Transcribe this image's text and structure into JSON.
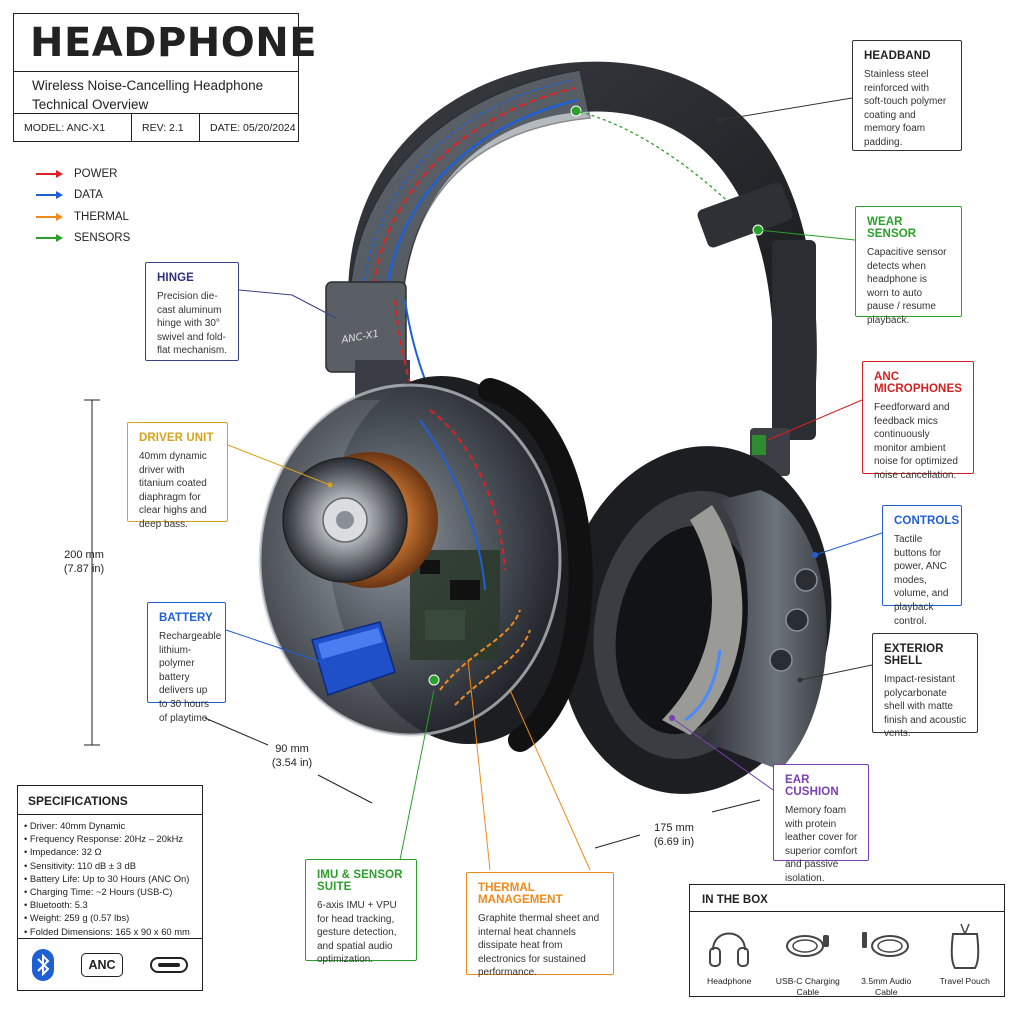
{
  "header": {
    "title": "HEADPHONE",
    "subtitle_1": "Wireless Noise-Cancelling Headphone",
    "subtitle_2": "Technical Overview",
    "model": "MODEL:  ANC-X1",
    "rev": "REV:  2.1",
    "date": "DATE:  05/20/2024"
  },
  "legend": [
    {
      "label": "POWER",
      "color": "#e02020"
    },
    {
      "label": "DATA",
      "color": "#1f5fd6"
    },
    {
      "label": "THERMAL",
      "color": "#f08a1c"
    },
    {
      "label": "SENSORS",
      "color": "#2aa02a"
    }
  ],
  "callouts": {
    "headband": {
      "title": "HEADBAND",
      "text": "Stainless steel reinforced with soft-touch polymer coating and memory foam padding.",
      "color": "#333333"
    },
    "wear_sensor": {
      "title": "WEAR SENSOR",
      "text": "Capacitive sensor detects when headphone is worn to auto pause / resume playback.",
      "color": "#2aa02a"
    },
    "anc_mics": {
      "title": "ANC MICROPHONES",
      "text": "Feedforward and feedback mics continuously monitor ambient noise for optimized noise cancellation.",
      "color": "#d42020"
    },
    "controls": {
      "title": "CONTROLS",
      "text": "Tactile buttons for power, ANC modes, volume, and playback control.",
      "color": "#1f5fd6"
    },
    "exterior_shell": {
      "title": "EXTERIOR SHELL",
      "text": "Impact-resistant polycarbonate shell with matte finish and acoustic vents.",
      "color": "#333333"
    },
    "ear_cushion": {
      "title": "EAR CUSHION",
      "text": "Memory foam with protein leather cover for superior comfort and passive isolation.",
      "color": "#7a3fb0"
    },
    "hinge": {
      "title": "HINGE",
      "text": "Precision die-cast aluminum hinge with 30° swivel and fold-flat mechanism.",
      "color": "#3b3f8f"
    },
    "driver_unit": {
      "title": "DRIVER UNIT",
      "text": "40mm dynamic driver with titanium coated diaphragm for clear highs and deep bass.",
      "color": "#d9a21c"
    },
    "battery": {
      "title": "BATTERY",
      "text": "Rechargeable lithium-polymer battery delivers up to 30 hours of playtime.",
      "color": "#1f5fd6"
    },
    "imu": {
      "title": "IMU & SENSOR SUITE",
      "text": "6-axis IMU + VPU for head tracking, gesture detection, and spatial audio optimization.",
      "color": "#2aa02a"
    },
    "thermal": {
      "title": "THERMAL MANAGEMENT",
      "text": "Graphite thermal sheet and internal heat channels dissipate heat from electronics for sustained performance.",
      "color": "#f08a1c"
    }
  },
  "dimensions": {
    "height": "200 mm",
    "height_in": "(7.87 in)",
    "depth": "90 mm",
    "depth_in": "(3.54 in)",
    "width": "175 mm",
    "width_in": "(6.69 in)"
  },
  "cup_label": "ANC-X1",
  "specs": {
    "title": "SPECIFICATIONS",
    "items": [
      "• Driver: 40mm Dynamic",
      "• Frequency Response: 20Hz – 20kHz",
      "• Impedance: 32 Ω",
      "• Sensitivity: 110 dB ± 3 dB",
      "• Battery Life: Up to 30 Hours (ANC On)",
      "• Charging Time: ~2 Hours (USB-C)",
      "• Bluetooth: 5.3",
      "• Weight: 259 g (0.57 lbs)",
      "• Folded Dimensions: 165 x 90 x 60 mm"
    ],
    "anc_badge": "ANC"
  },
  "in_the_box": {
    "title": "IN THE BOX",
    "items": [
      "Headphone",
      "USB-C Charging Cable",
      "3.5mm Audio Cable",
      "Travel Pouch"
    ]
  }
}
